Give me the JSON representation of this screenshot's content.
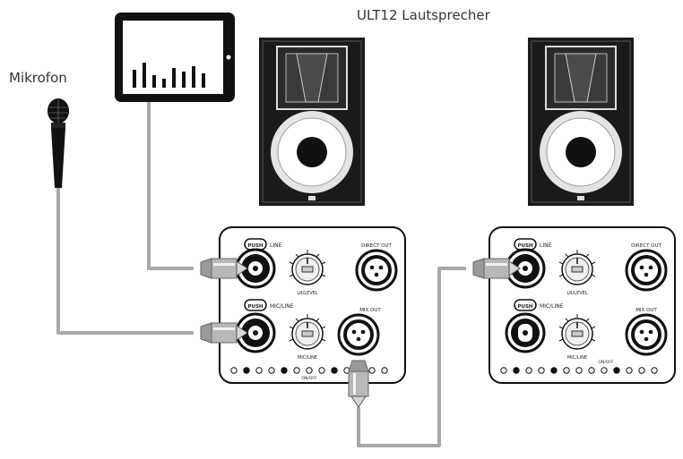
{
  "labels": {
    "speakers": "ULT12 Lautsprecher",
    "microphone": "Mikrofon"
  },
  "panel_left": {
    "push_line": "PUSH",
    "line": "LINE",
    "push_mic": "PUSH",
    "mic_line": "MIC/LINE",
    "direct_out": "DIRECT OUT",
    "mix_out": "MIX OUT",
    "level_lr": "LR/LEVEL",
    "level_mic": "MIC/LINE",
    "switch_label": "ON/OFF"
  },
  "panel_right": {
    "push_line": "PUSH",
    "line": "LINE",
    "push_mic": "PUSH",
    "mic_line": "MIC/LINE",
    "direct_out": "DIRECT OUT",
    "mix_out": "MIX OUT",
    "level_lr": "LR/LEVEL",
    "level_mic": "MIC/LINE",
    "switch_label": "ON/OFF"
  },
  "colors": {
    "cable": "#a8a8a8",
    "outline": "#111111",
    "speaker_body": "#1a1a1a",
    "panel_bg": "#ffffff"
  }
}
